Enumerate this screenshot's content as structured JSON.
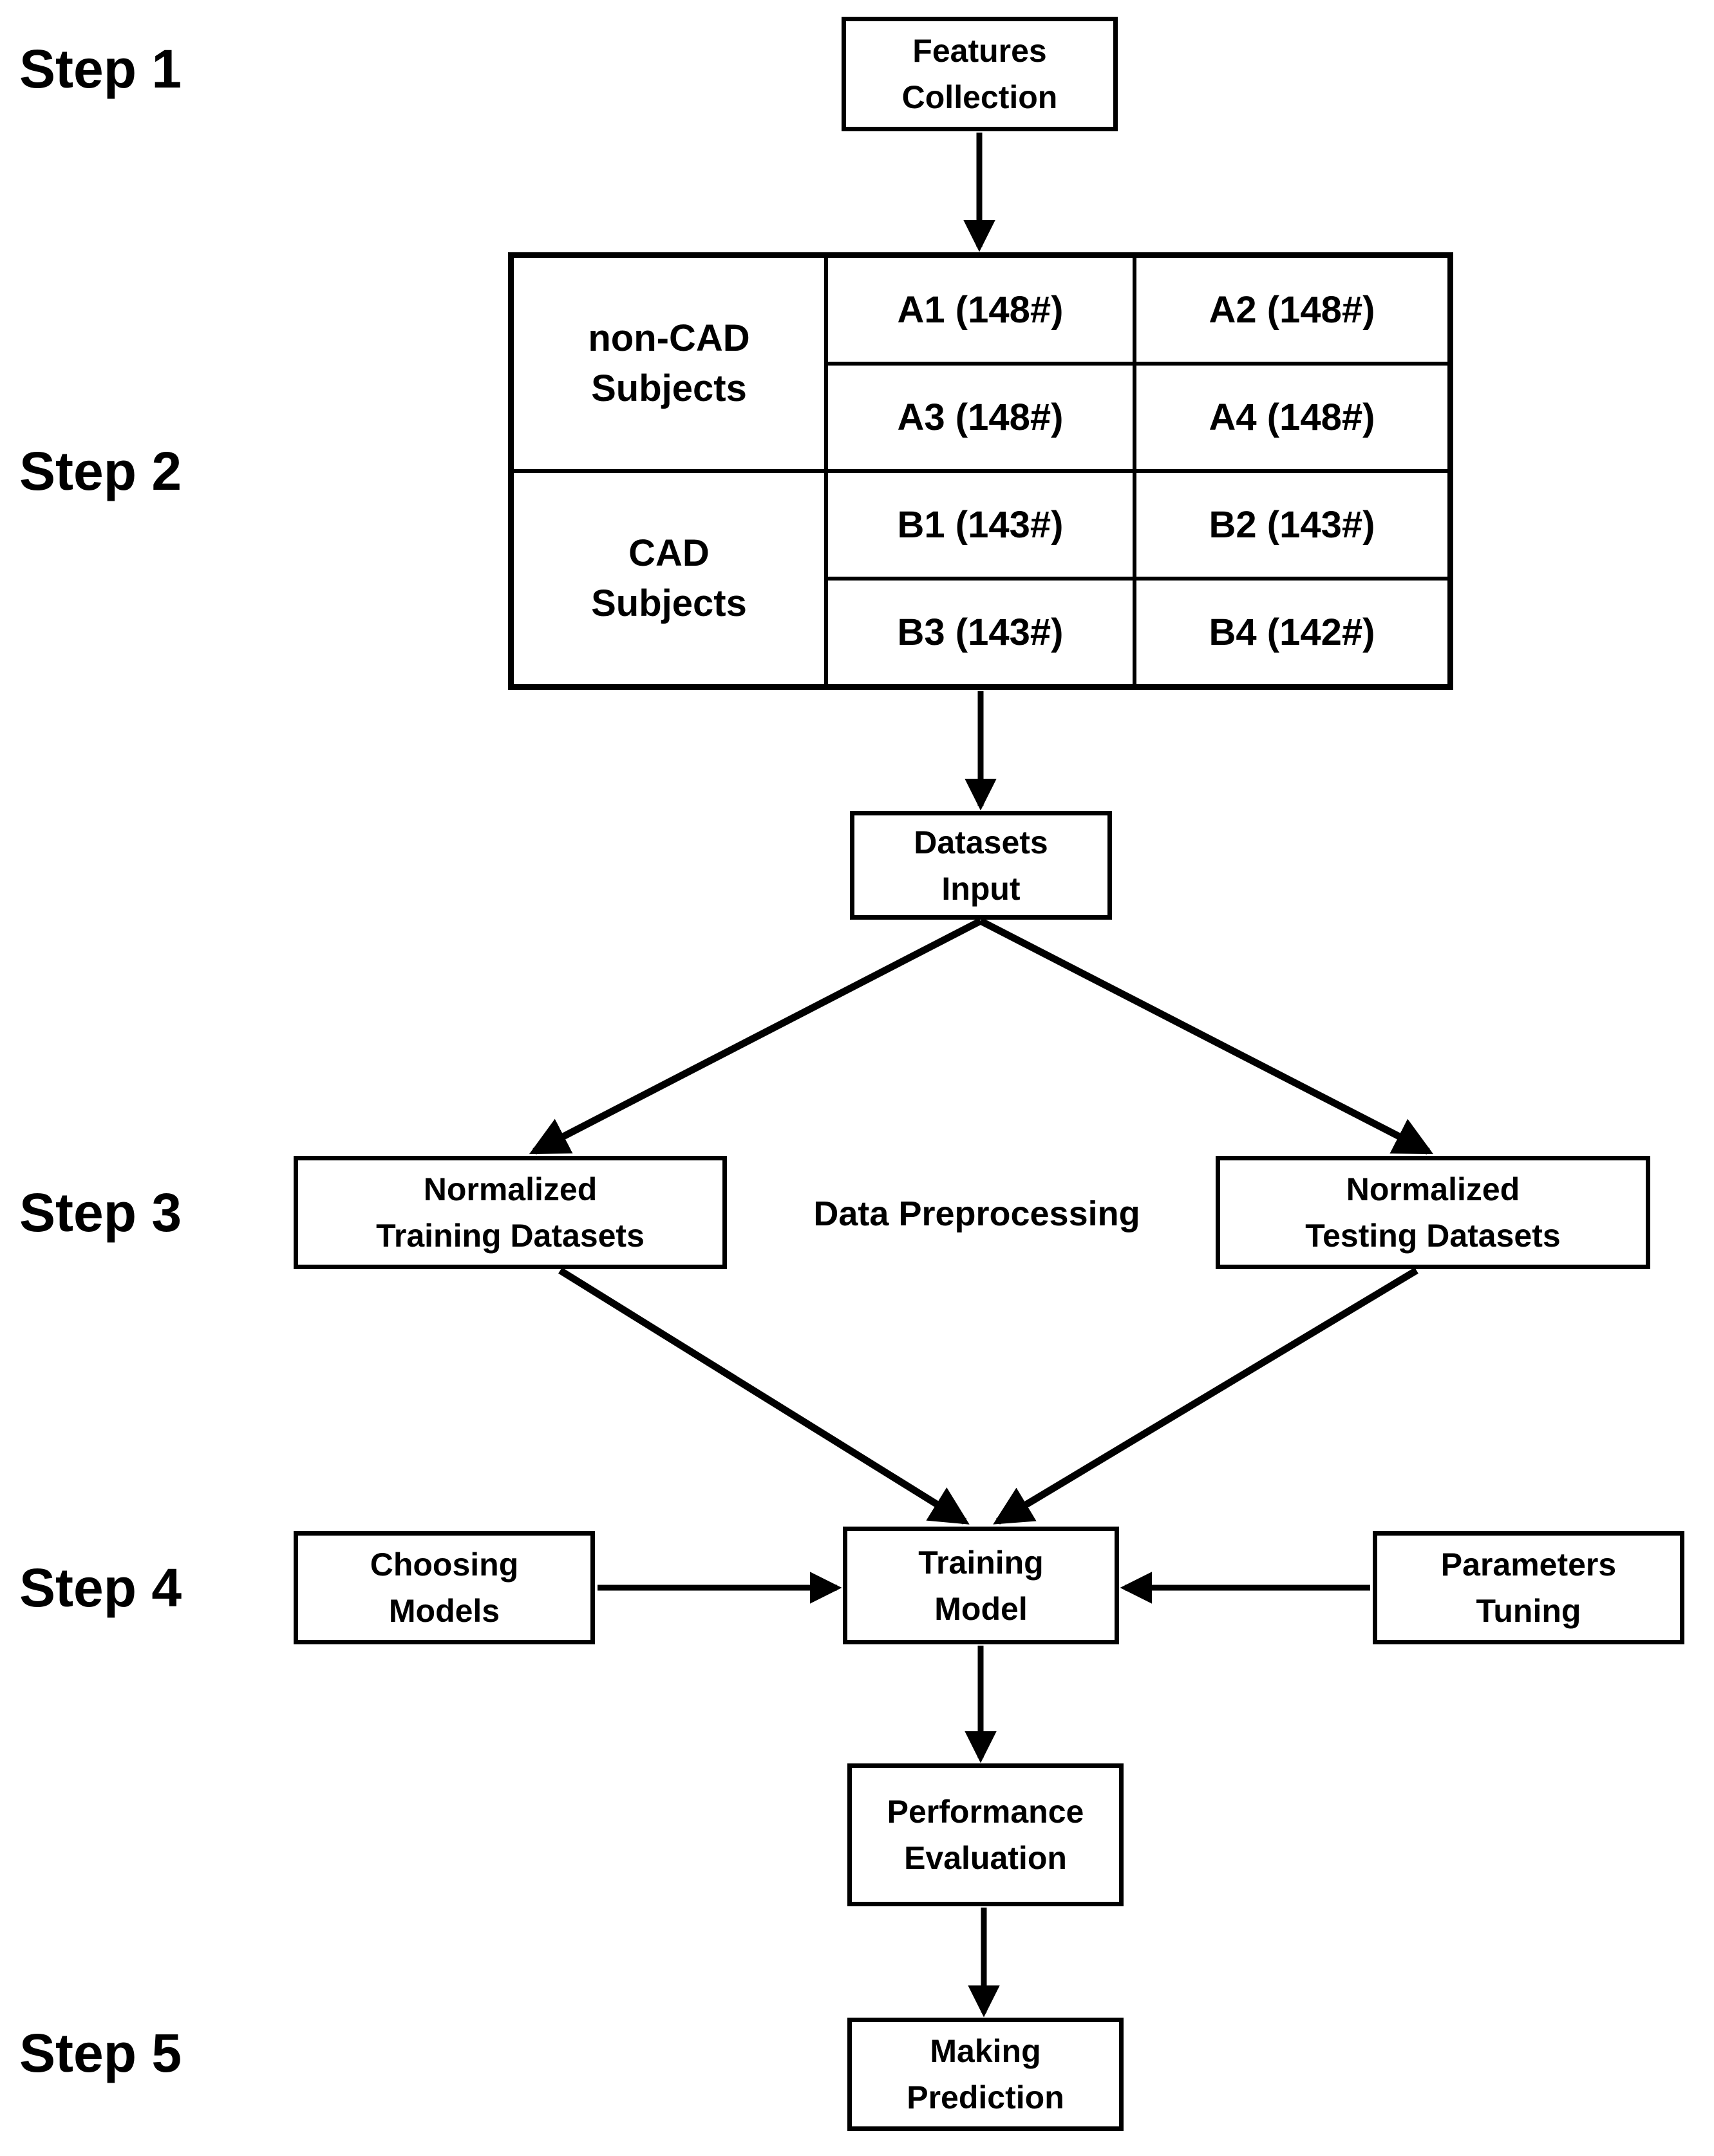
{
  "page": {
    "background": "#ffffff",
    "line_color": "#000000"
  },
  "steps": [
    {
      "label": "Step 1"
    },
    {
      "label": "Step 2"
    },
    {
      "label": "Step 3"
    },
    {
      "label": "Step 4"
    },
    {
      "label": "Step 5"
    }
  ],
  "nodes": {
    "features_collection": {
      "line1": "Features",
      "line2": "Collection"
    },
    "datasets_input": {
      "line1": "Datasets",
      "line2": "Input"
    },
    "normalized_training": {
      "line1": "Normalized",
      "line2": "Training Datasets"
    },
    "normalized_testing": {
      "line1": "Normalized",
      "line2": "Testing Datasets"
    },
    "data_preprocessing": {
      "label": "Data Preprocessing"
    },
    "choosing_models": {
      "line1": "Choosing",
      "line2": "Models"
    },
    "training_model": {
      "line1": "Training",
      "line2": "Model"
    },
    "parameters_tuning": {
      "line1": "Parameters",
      "line2": "Tuning"
    },
    "performance_evaluation": {
      "line1": "Performance",
      "line2": "Evaluation"
    },
    "making_prediction": {
      "line1": "Making",
      "line2": "Prediction"
    }
  },
  "table": {
    "groups": [
      {
        "header_line1": "non-CAD",
        "header_line2": "Subjects",
        "rows": [
          [
            "A1 (148#)",
            "A2 (148#)"
          ],
          [
            "A3 (148#)",
            "A4 (148#)"
          ]
        ]
      },
      {
        "header_line1": "CAD",
        "header_line2": "Subjects",
        "rows": [
          [
            "B1 (143#)",
            "B2 (143#)"
          ],
          [
            "B3 (143#)",
            "B4 (142#)"
          ]
        ]
      }
    ]
  }
}
